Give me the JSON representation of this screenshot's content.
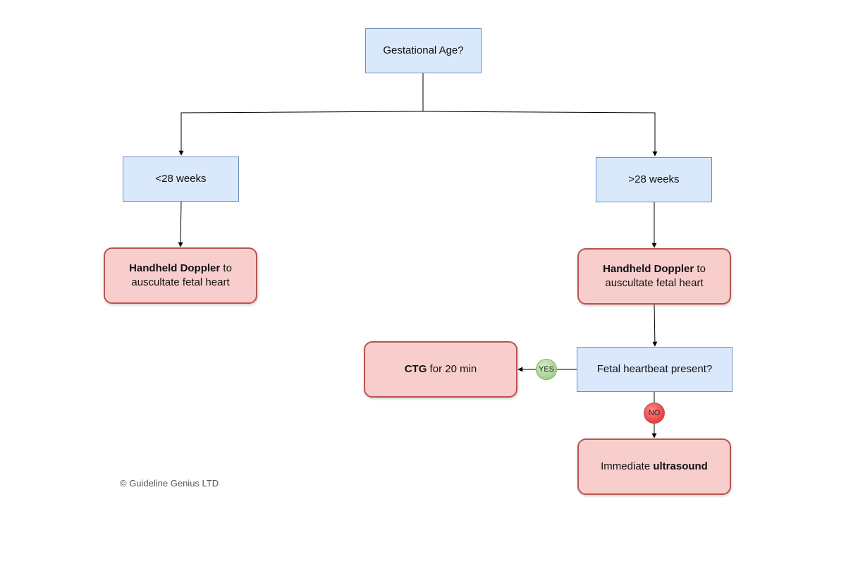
{
  "nodes": {
    "gestational_age": {
      "text": "Gestational Age?"
    },
    "under_28": {
      "text": "<28 weeks"
    },
    "over_28": {
      "text": ">28 weeks"
    },
    "doppler_left": {
      "bold": "Handheld Doppler",
      "text": " to auscultate fetal heart"
    },
    "doppler_right": {
      "bold": "Handheld Doppler",
      "text": " to auscultate fetal heart"
    },
    "heartbeat_question": {
      "text": "Fetal heartbeat present?"
    },
    "ctg": {
      "bold": "CTG",
      "text": " for 20 min"
    },
    "ultrasound": {
      "text": "Immediate ",
      "bold": "ultrasound"
    }
  },
  "badges": {
    "yes": "YES",
    "no": "NO"
  },
  "footer": {
    "copyright": "© Guideline Genius LTD"
  },
  "colors": {
    "question_fill": "#dae8fc",
    "question_border": "#6c8ebf",
    "action_fill": "#f8cecc",
    "action_border": "#b85450",
    "yes_badge": "#93c47d",
    "no_badge": "#e02020"
  }
}
